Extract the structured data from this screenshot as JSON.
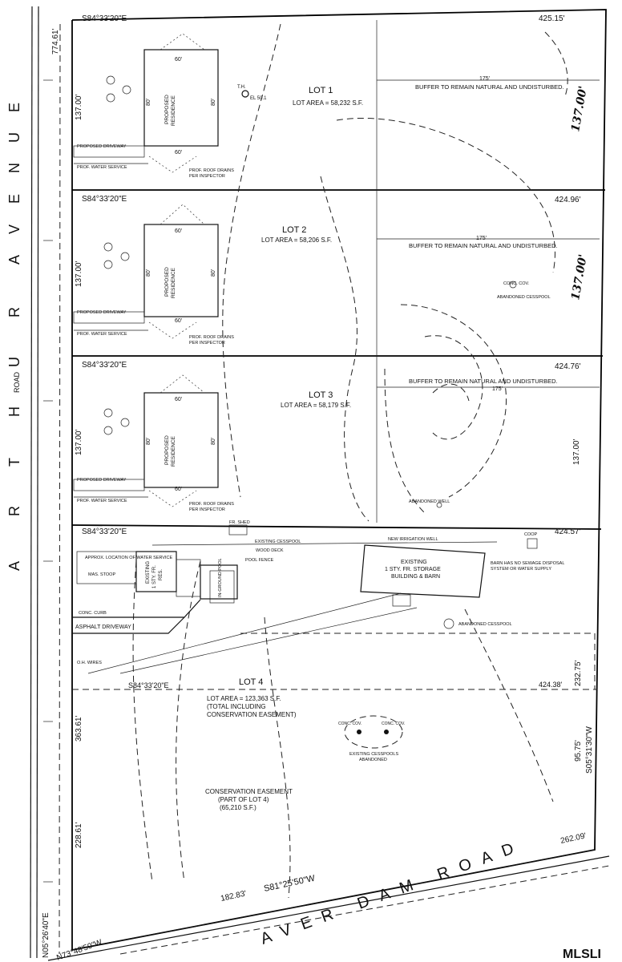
{
  "roads": {
    "arthur_avenue_letters": [
      "A",
      "R",
      "T",
      "H",
      "U",
      "R",
      "A",
      "V",
      "E",
      "N",
      "U",
      "E"
    ],
    "arthur_road_small": "ROAD",
    "beaver_dam": "AVER DAM ROAD"
  },
  "bearings": {
    "lot1_top": "S84°33'20\"E",
    "lot2_top": "S84°33'20\"E",
    "lot3_top": "S84°33'20\"E",
    "lot4_top": "S84°33'20\"E",
    "lot4_mid": "S84°33'20\"E",
    "south_side": "S81°25'50\"W",
    "south_side_left": "N73°48'50\"W",
    "east_side": "S05°31'30\"W",
    "west_side": "N05°26'40\"E"
  },
  "distances": {
    "lot1_north": "425.15'",
    "lot2_north": "424.96'",
    "lot3_north": "424.76'",
    "lot4_north": "424.57'",
    "lot4_mid": "424.38'",
    "west_774": "774.61'",
    "lot1_frontage": "137.00'",
    "lot2_frontage": "137.00'",
    "lot3_frontage": "137.00'",
    "east_137_hand_1": "137.00'",
    "east_137_hand_2": "137.00'",
    "east_137_lot3": "137.00'",
    "east_232": "232.75'",
    "east_95": "95.75'",
    "south_262": "262.09'",
    "south_182": "182.83'",
    "west_363": "363.61'",
    "west_228": "228.61'"
  },
  "lots": [
    {
      "name": "LOT 1",
      "area": "LOT AREA = 58,232 S.F.",
      "buffer": "BUFFER TO REMAIN NATURAL AND UNDISTURBED.",
      "buffer_dim": "175'"
    },
    {
      "name": "LOT 2",
      "area": "LOT AREA = 58,206 S.F.",
      "buffer": "BUFFER TO REMAIN NATURAL AND UNDISTURBED.",
      "buffer_dim": "175'"
    },
    {
      "name": "LOT 3",
      "area": "LOT AREA = 58,179 S.F.",
      "buffer": "BUFFER TO REMAIN NATURAL AND UNDISTURBED.",
      "buffer_dim": "175'"
    }
  ],
  "residence": {
    "label_1": "PROPOSED",
    "label_2": "RESIDENCE",
    "dim_w": "60'",
    "dim_h": "80'",
    "driveway": "PROPOSED DRIVEWAY",
    "water": "PROF. WATER SERVICE",
    "roof": "PROF. ROOF DRAINS",
    "roof_2": "PER INSPECTOR"
  },
  "lot4": {
    "name": "LOT 4",
    "area_1": "LOT AREA = 123,363 S.F.",
    "area_2": "(TOTAL INCLUDING",
    "area_3": "CONSERVATION EASEMENT)",
    "easement_1": "CONSERVATION EASEMENT",
    "easement_2": "(PART OF LOT 4)",
    "easement_3": "(65,210 S.F.)",
    "existing_res_1": "EXISTING",
    "existing_res_2": "1 STY. FR.",
    "existing_res_3": "RES.",
    "storage_1": "EXISTING",
    "storage_2": "1 STY. FR. STORAGE",
    "storage_3": "BUILDING & BARN",
    "pool": "IN-GROUND POOL",
    "pool_fence": "POOL FENCE",
    "wood_deck": "WOOD DECK",
    "cesspool_existing": "EXISTING CESSPOOL",
    "abandoned_cesspool": "ABANDONED CESSPOOL",
    "abandoned_well": "ABANDONED WELL",
    "irrigation_well": "NEW IRRIGATION WELL",
    "coop": "COOP",
    "barn_note_1": "BARN HAS NO SEWAGE DISPOSAL",
    "barn_note_2": "SYSTEM OR WATER SUPPLY",
    "asphalt": "ASPHALT DRIVEWAY",
    "conc_curb": "CONC. CURB",
    "water_service": "APPROX. LOCATION OF WATER SERVICE",
    "mas_stoop": "MAS. STOOP",
    "oh_wires": "O.H. WIRES",
    "fr_shed": "FR. SHED",
    "cesspools_abandoned_1": "EXISTING CESSPOOLS",
    "cesspools_abandoned_2": "ABANDONED",
    "conc_cov": "CONC. COV."
  },
  "misc": {
    "th": "T.H.",
    "th_el": "EL 50.1",
    "abandoned_cesspool_lot2": "ABANDONED CESSPOOL",
    "conc_cov_lot2": "CONC. COV.",
    "watermark": "MLSLI"
  }
}
